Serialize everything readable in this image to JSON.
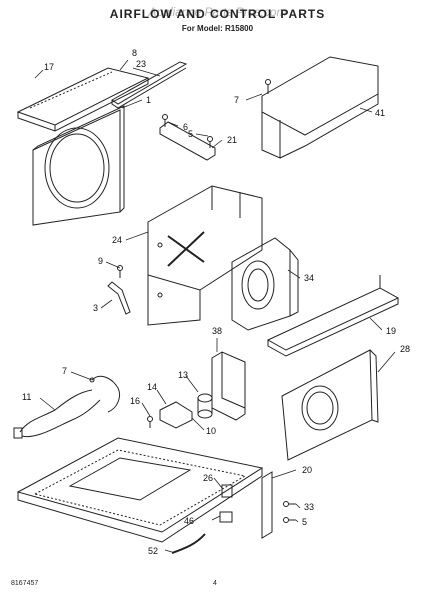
{
  "header": {
    "title": "AIRFLOW AND CONTROL PARTS",
    "watermark": "Appliance Parts Pros.com",
    "subtitle": "For Model: R15800"
  },
  "callouts": [
    "17",
    "8",
    "23",
    "1",
    "6",
    "5",
    "21",
    "7",
    "41",
    "24",
    "9",
    "3",
    "34",
    "38",
    "19",
    "28",
    "7",
    "11",
    "14",
    "13",
    "16",
    "10",
    "26",
    "20",
    "46",
    "33",
    "5",
    "52"
  ],
  "footer": {
    "part_number": "8167457",
    "page": "4"
  }
}
